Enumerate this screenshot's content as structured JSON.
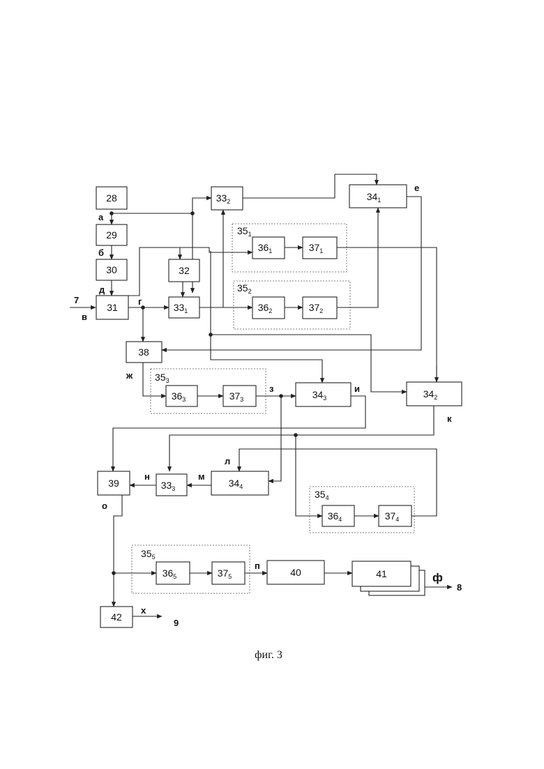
{
  "caption": "фиг. 3",
  "blocks": [
    {
      "id": "b28",
      "label": "28",
      "sub": ""
    },
    {
      "id": "b29",
      "label": "29",
      "sub": ""
    },
    {
      "id": "b30",
      "label": "30",
      "sub": ""
    },
    {
      "id": "b31",
      "label": "31",
      "sub": ""
    },
    {
      "id": "b32",
      "label": "32",
      "sub": ""
    },
    {
      "id": "b33_1",
      "label": "33",
      "sub": "1"
    },
    {
      "id": "b33_2",
      "label": "33",
      "sub": "2"
    },
    {
      "id": "b34_1",
      "label": "34",
      "sub": "1"
    },
    {
      "id": "b36_1",
      "label": "36",
      "sub": "1"
    },
    {
      "id": "b37_1",
      "label": "37",
      "sub": "1"
    },
    {
      "id": "b36_2",
      "label": "36",
      "sub": "2"
    },
    {
      "id": "b37_2",
      "label": "37",
      "sub": "2"
    },
    {
      "id": "b38",
      "label": "38",
      "sub": ""
    },
    {
      "id": "b36_3",
      "label": "36",
      "sub": "3"
    },
    {
      "id": "b37_3",
      "label": "37",
      "sub": "3"
    },
    {
      "id": "b34_3",
      "label": "34",
      "sub": "3"
    },
    {
      "id": "b34_2",
      "label": "34",
      "sub": "2"
    },
    {
      "id": "b39",
      "label": "39",
      "sub": ""
    },
    {
      "id": "b33_3",
      "label": "33",
      "sub": "3"
    },
    {
      "id": "b34_4",
      "label": "34",
      "sub": "4"
    },
    {
      "id": "b36_4",
      "label": "36",
      "sub": "4"
    },
    {
      "id": "b37_4",
      "label": "37",
      "sub": "4"
    },
    {
      "id": "b36_5",
      "label": "36",
      "sub": "5"
    },
    {
      "id": "b37_5",
      "label": "37",
      "sub": "5"
    },
    {
      "id": "b40",
      "label": "40",
      "sub": ""
    },
    {
      "id": "b41",
      "label": "41",
      "sub": ""
    },
    {
      "id": "b42",
      "label": "42",
      "sub": ""
    }
  ],
  "groups": [
    {
      "id": "g35_1",
      "label": "35",
      "sub": "1"
    },
    {
      "id": "g35_2",
      "label": "35",
      "sub": "2"
    },
    {
      "id": "g35_3",
      "label": "35",
      "sub": "3"
    },
    {
      "id": "g35_4",
      "label": "35",
      "sub": "4"
    },
    {
      "id": "g35_5",
      "label": "35",
      "sub": "5"
    }
  ],
  "signals": {
    "a": "а",
    "b": "б",
    "v": "в",
    "g": "г",
    "d": "д",
    "e": "е",
    "zh": "ж",
    "z": "з",
    "i": "и",
    "k": "к",
    "l": "л",
    "m": "м",
    "n": "н",
    "o": "о",
    "p": "п",
    "f": "ф",
    "kh": "х"
  },
  "ports": {
    "in7": "7",
    "out8": "8",
    "out9": "9"
  }
}
